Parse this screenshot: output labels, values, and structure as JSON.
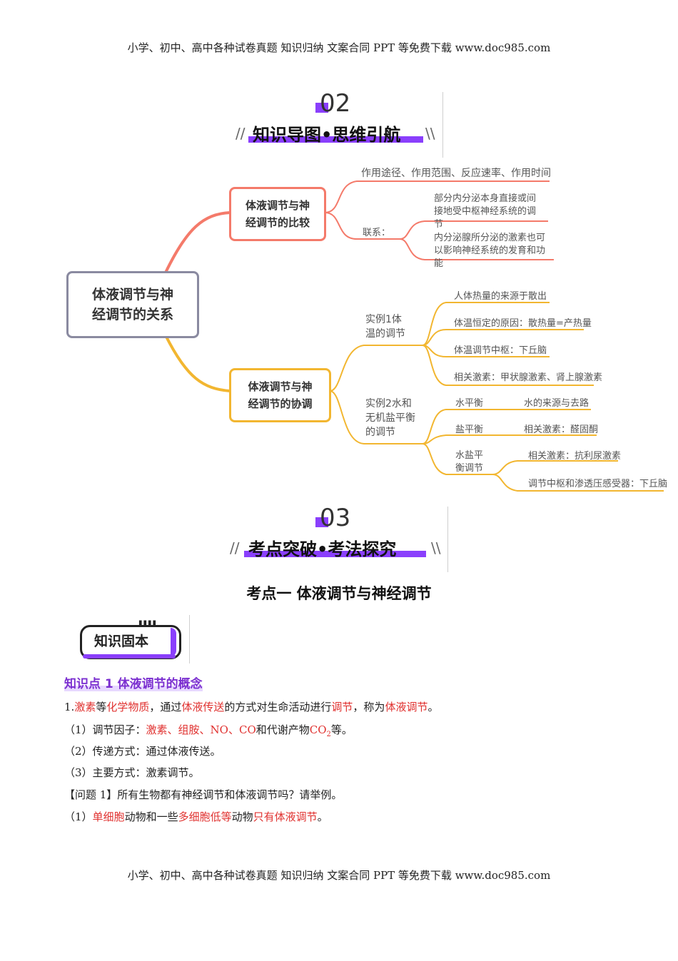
{
  "header": "小学、初中、高中各种试卷真题 知识归纳 文案合同 PPT 等免费下载   www.doc985.com",
  "footer": "小学、初中、高中各种试卷真题 知识归纳 文案合同 PPT 等免费下载   www.doc985.com",
  "section1": {
    "number": "02",
    "title": "知识导图•思维引航"
  },
  "mindmap": {
    "root": "体液调节与神经调节的关系",
    "branch1": {
      "label": "体液调节与神经调节的比较",
      "item1": "作用途径、作用范围、反应速率、作用时间",
      "link_label": "联系：",
      "link1": "部分内分泌本身直接或间接地受中枢神经系统的调节",
      "link2": "内分泌腺所分泌的激素也可以影响神经系统的发育和功能"
    },
    "branch2": {
      "label": "体液调节与神经调节的协调",
      "ex1_label": "实例1体温的调节",
      "ex1_items": [
        "人体热量的来源于散出",
        "体温恒定的原因：散热量=产热量",
        "体温调节中枢：下丘脑",
        "相关激素：甲状腺激素、肾上腺激素"
      ],
      "ex2_label": "实例2水和无机盐平衡的调节",
      "water": "水平衡",
      "water_detail": "水的来源与去路",
      "salt": "盐平衡",
      "salt_detail": "相关激素：醛固酮",
      "ws": "水盐平衡调节",
      "ws_d1": "相关激素：抗利尿激素",
      "ws_d2": "调节中枢和渗透压感受器：下丘脑"
    },
    "colors": {
      "top": "#f47a6a",
      "bottom": "#f2b630",
      "root_border": "#8a8aa0"
    }
  },
  "section2": {
    "number": "03",
    "title": "考点突破•考法探究"
  },
  "exam_point": "考点一 体液调节与神经调节",
  "badge": "知识固本",
  "kp1": {
    "title": "知识点 1  体液调节的概念",
    "line1": {
      "a": "1.",
      "b": "激素",
      "c": "等",
      "d": "化学物质",
      "e": "，通过",
      "f": "体液传送",
      "g": "的方式对生命活动进行",
      "h": "调节",
      "i": "，称为",
      "j": "体液调节",
      "k": "。"
    },
    "line2": {
      "a": "（1）调节因子：",
      "b": "激素、组胺、NO、CO",
      "c": "和代谢产物",
      "d": "CO",
      "e": "2",
      "f": "等。"
    },
    "line3": "（2）传递方式：通过体液传送。",
    "line4": "（3）主要方式：激素调节。",
    "line5": "【问题 1】所有生物都有神经调节和体液调节吗？请举例。",
    "line6": {
      "a": "（1）",
      "b": "单细胞",
      "c": "动物和一些",
      "d": "多细胞低等",
      "e": "动物",
      "f": "只有体液调节",
      "g": "。"
    }
  }
}
